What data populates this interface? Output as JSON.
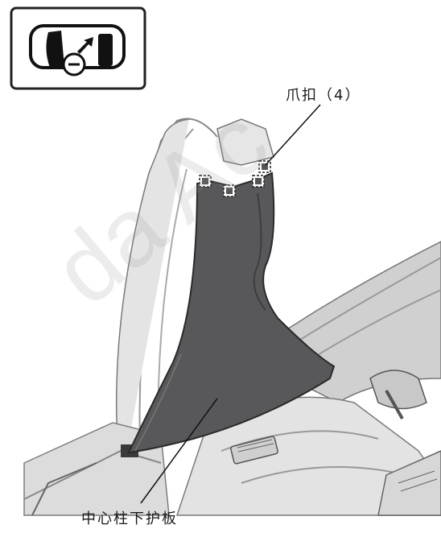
{
  "labels": {
    "clips": "爪扣（4）",
    "lower_pillar_panel": "中心柱下护板"
  },
  "watermark": "da Ac",
  "icons": {
    "removal_indicator": "panel-removal-icon"
  },
  "colors": {
    "panel": "#58585a",
    "panel_dark": "#3d3d3f",
    "body_light": "#e9e9e9",
    "body_mid": "#bdbdbd",
    "outline": "#2a2a2a"
  }
}
